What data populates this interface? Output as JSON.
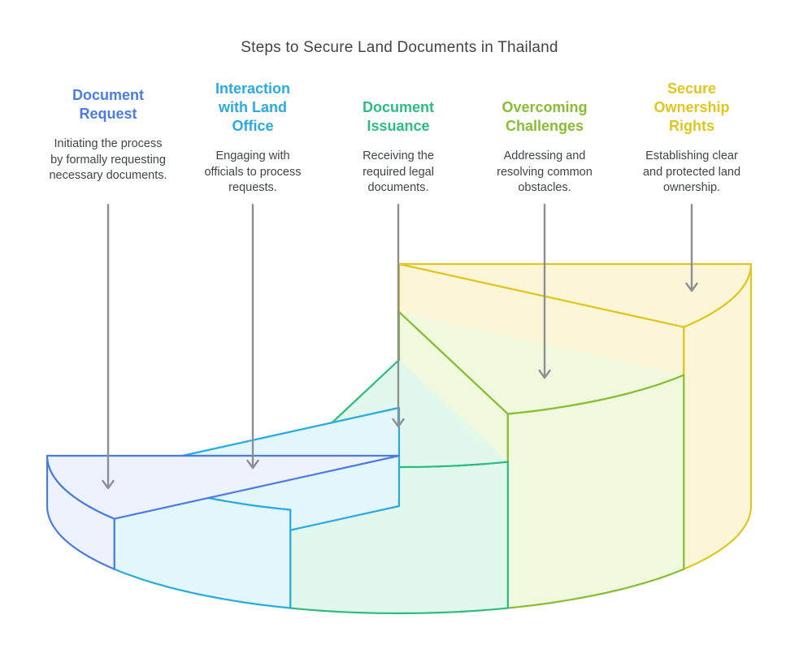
{
  "title": "Steps to Secure Land Documents in Thailand",
  "text_color": "#3f4549",
  "arrow_color": "#8d9093",
  "steps": [
    {
      "label": "Document Request",
      "description": "Initiating the process by formally requesting necessary documents.",
      "color": "#4a7ce4",
      "fill": "#edf2fc"
    },
    {
      "label": "Interaction with Land Office",
      "description": "Engaging with officials to process requests.",
      "color": "#29abe2",
      "fill": "#e3f6fc"
    },
    {
      "label": "Document Issuance",
      "description": "Receiving the required legal documents.",
      "color": "#2ebd80",
      "fill": "#e2f8ec"
    },
    {
      "label": "Overcoming Challenges",
      "description": "Addressing and resolving common obstacles.",
      "color": "#87be34",
      "fill": "#f0f8dd"
    },
    {
      "label": "Secure Ownership Rights",
      "description": "Establishing clear and protected land ownership.",
      "color": "#e2c51e",
      "fill": "#fbf6d8"
    }
  ]
}
